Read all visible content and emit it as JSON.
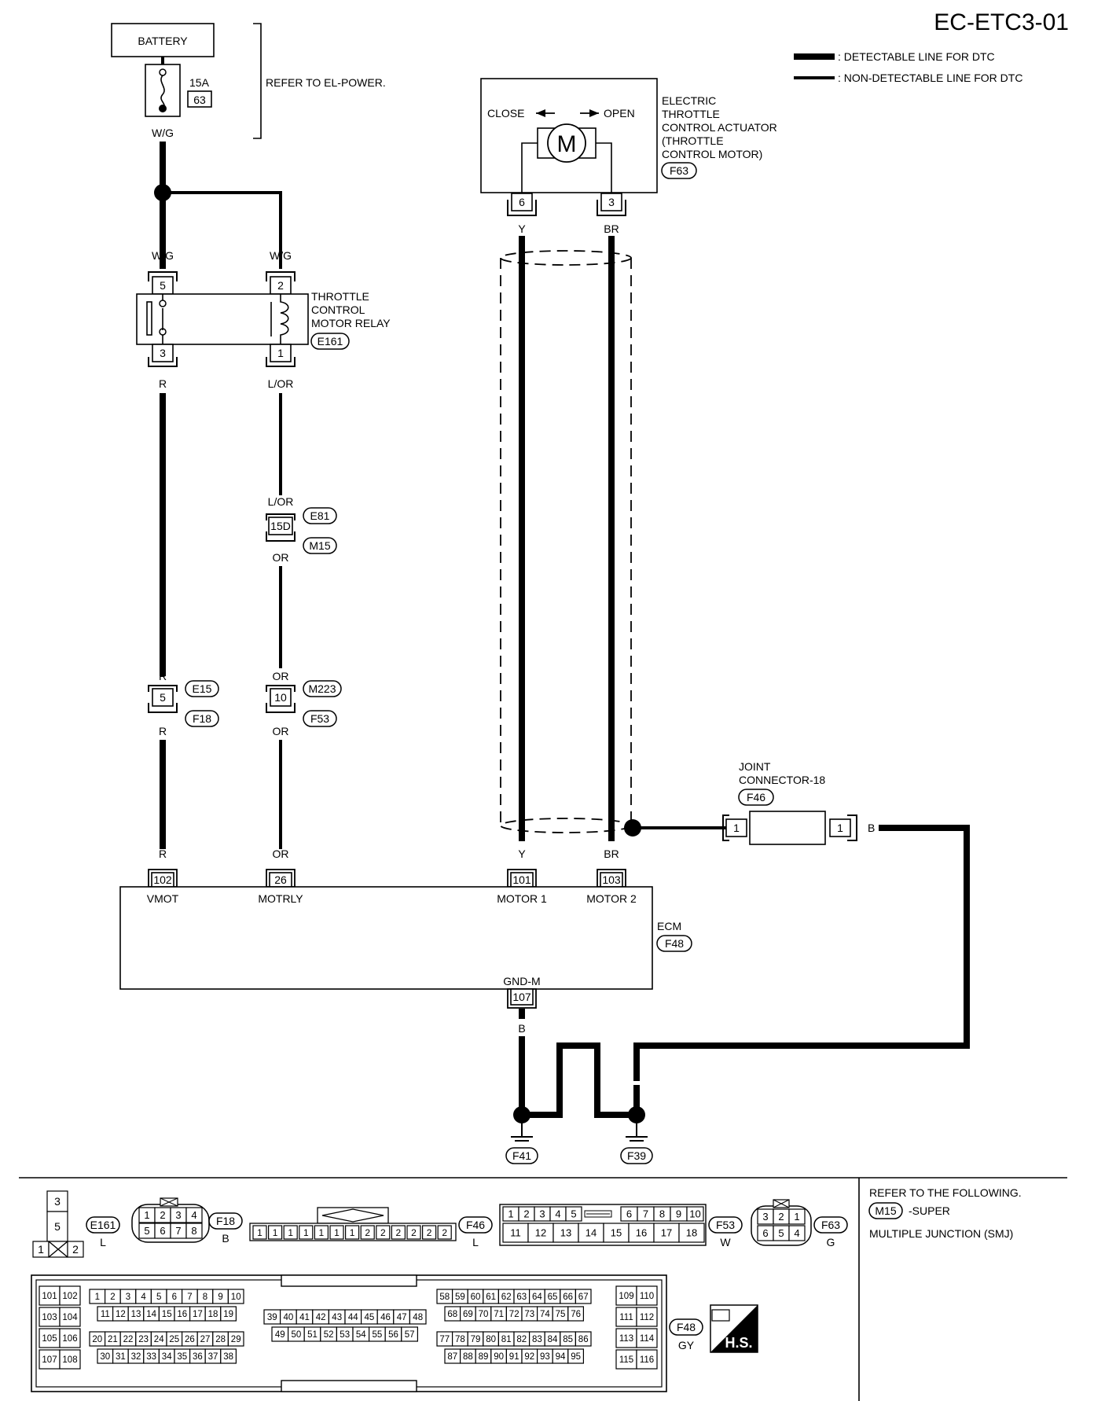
{
  "page_code": "EC-ETC3-01",
  "legend": {
    "detectable": ": DETECTABLE LINE FOR DTC",
    "non_detectable": ": NON-DETECTABLE LINE FOR DTC"
  },
  "battery": {
    "label": "BATTERY",
    "fuse_rating": "15A",
    "fuse_number": "63",
    "refer": "REFER TO EL-POWER."
  },
  "wire_colors": {
    "wg": "W/G",
    "r": "R",
    "lor": "L/OR",
    "or": "OR",
    "y": "Y",
    "br": "BR",
    "b": "B"
  },
  "relay": {
    "name": [
      "THROTTLE",
      "CONTROL",
      "MOTOR RELAY"
    ],
    "connector": "E161",
    "pins": [
      "5",
      "2",
      "3",
      "1"
    ]
  },
  "actuator": {
    "name": [
      "ELECTRIC",
      "THROTTLE",
      "CONTROL ACTUATOR",
      "(THROTTLE",
      "CONTROL MOTOR)"
    ],
    "connector": "F63",
    "close": "CLOSE",
    "open": "OPEN",
    "motor_symbol": "M",
    "pins": [
      "6",
      "3"
    ]
  },
  "inline": {
    "e81_pin": "15D",
    "e81": "E81",
    "m15": "M15",
    "e15_pin": "5",
    "e15": "E15",
    "f18": "F18",
    "m223_pin": "10",
    "m223": "M223",
    "f53": "F53"
  },
  "joint": {
    "name": [
      "JOINT",
      "CONNECTOR-18"
    ],
    "connector": "F46",
    "pin": "1"
  },
  "ecm": {
    "name": "ECM",
    "connector": "F48",
    "terminals": [
      {
        "pin": "102",
        "label": "VMOT"
      },
      {
        "pin": "26",
        "label": "MOTRLY"
      },
      {
        "pin": "101",
        "label": "MOTOR 1"
      },
      {
        "pin": "103",
        "label": "MOTOR 2"
      }
    ],
    "gnd_pin": "107",
    "gnd_label": "GND-M"
  },
  "grounds": [
    "F41",
    "F39"
  ],
  "connector_views": {
    "e161": {
      "id": "E161",
      "color": "L",
      "cells": [
        "3",
        "5",
        "1",
        "2"
      ]
    },
    "f18": {
      "id": "F18",
      "color": "B",
      "top": [
        "1",
        "2",
        "3",
        "4"
      ],
      "bottom": [
        "5",
        "6",
        "7",
        "8"
      ]
    },
    "f46": {
      "id": "F46",
      "color": "L",
      "cells": [
        "1",
        "1",
        "1",
        "1",
        "1",
        "1",
        "1",
        "2",
        "2",
        "2",
        "2",
        "2",
        "2"
      ]
    },
    "f53": {
      "id": "F53",
      "color": "W",
      "top_left": [
        "1",
        "2",
        "3",
        "4",
        "5"
      ],
      "top_right": [
        "6",
        "7",
        "8",
        "9",
        "10"
      ],
      "bottom": [
        "11",
        "12",
        "13",
        "14",
        "15",
        "16",
        "17",
        "18"
      ]
    },
    "f63": {
      "id": "F63",
      "color": "G",
      "top": [
        "3",
        "2",
        "1"
      ],
      "bottom": [
        "6",
        "5",
        "4"
      ]
    },
    "f48": {
      "id": "F48",
      "color": "GY",
      "left_col": [
        [
          "101",
          "102"
        ],
        [
          "103",
          "104"
        ],
        [
          "105",
          "106"
        ],
        [
          "107",
          "108"
        ]
      ],
      "g1_r1": [
        "1",
        "2",
        "3",
        "4",
        "5",
        "6",
        "7",
        "8",
        "9",
        "10"
      ],
      "g1_r2": [
        "11",
        "12",
        "13",
        "14",
        "15",
        "16",
        "17",
        "18",
        "19"
      ],
      "g1_r3": [
        "20",
        "21",
        "22",
        "23",
        "24",
        "25",
        "26",
        "27",
        "28",
        "29"
      ],
      "g1_r4": [
        "30",
        "31",
        "32",
        "33",
        "34",
        "35",
        "36",
        "37",
        "38"
      ],
      "g2_r1": [
        "39",
        "40",
        "41",
        "42",
        "43",
        "44",
        "45",
        "46",
        "47",
        "48"
      ],
      "g2_r2": [
        "49",
        "50",
        "51",
        "52",
        "53",
        "54",
        "55",
        "56",
        "57"
      ],
      "g3_r1": [
        "58",
        "59",
        "60",
        "61",
        "62",
        "63",
        "64",
        "65",
        "66",
        "67"
      ],
      "g3_r2": [
        "68",
        "69",
        "70",
        "71",
        "72",
        "73",
        "74",
        "75",
        "76"
      ],
      "g3_r3": [
        "77",
        "78",
        "79",
        "80",
        "81",
        "82",
        "83",
        "84",
        "85",
        "86"
      ],
      "g3_r4": [
        "87",
        "88",
        "89",
        "90",
        "91",
        "92",
        "93",
        "94",
        "95"
      ],
      "right_col": [
        [
          "109",
          "110"
        ],
        [
          "111",
          "112"
        ],
        [
          "113",
          "114"
        ],
        [
          "115",
          "116"
        ]
      ]
    }
  },
  "hs_badge": "H.S.",
  "refer_note": {
    "line1": "REFER TO THE FOLLOWING.",
    "connector": "M15",
    "line2": "-SUPER",
    "line3": "MULTIPLE JUNCTION (SMJ)"
  }
}
